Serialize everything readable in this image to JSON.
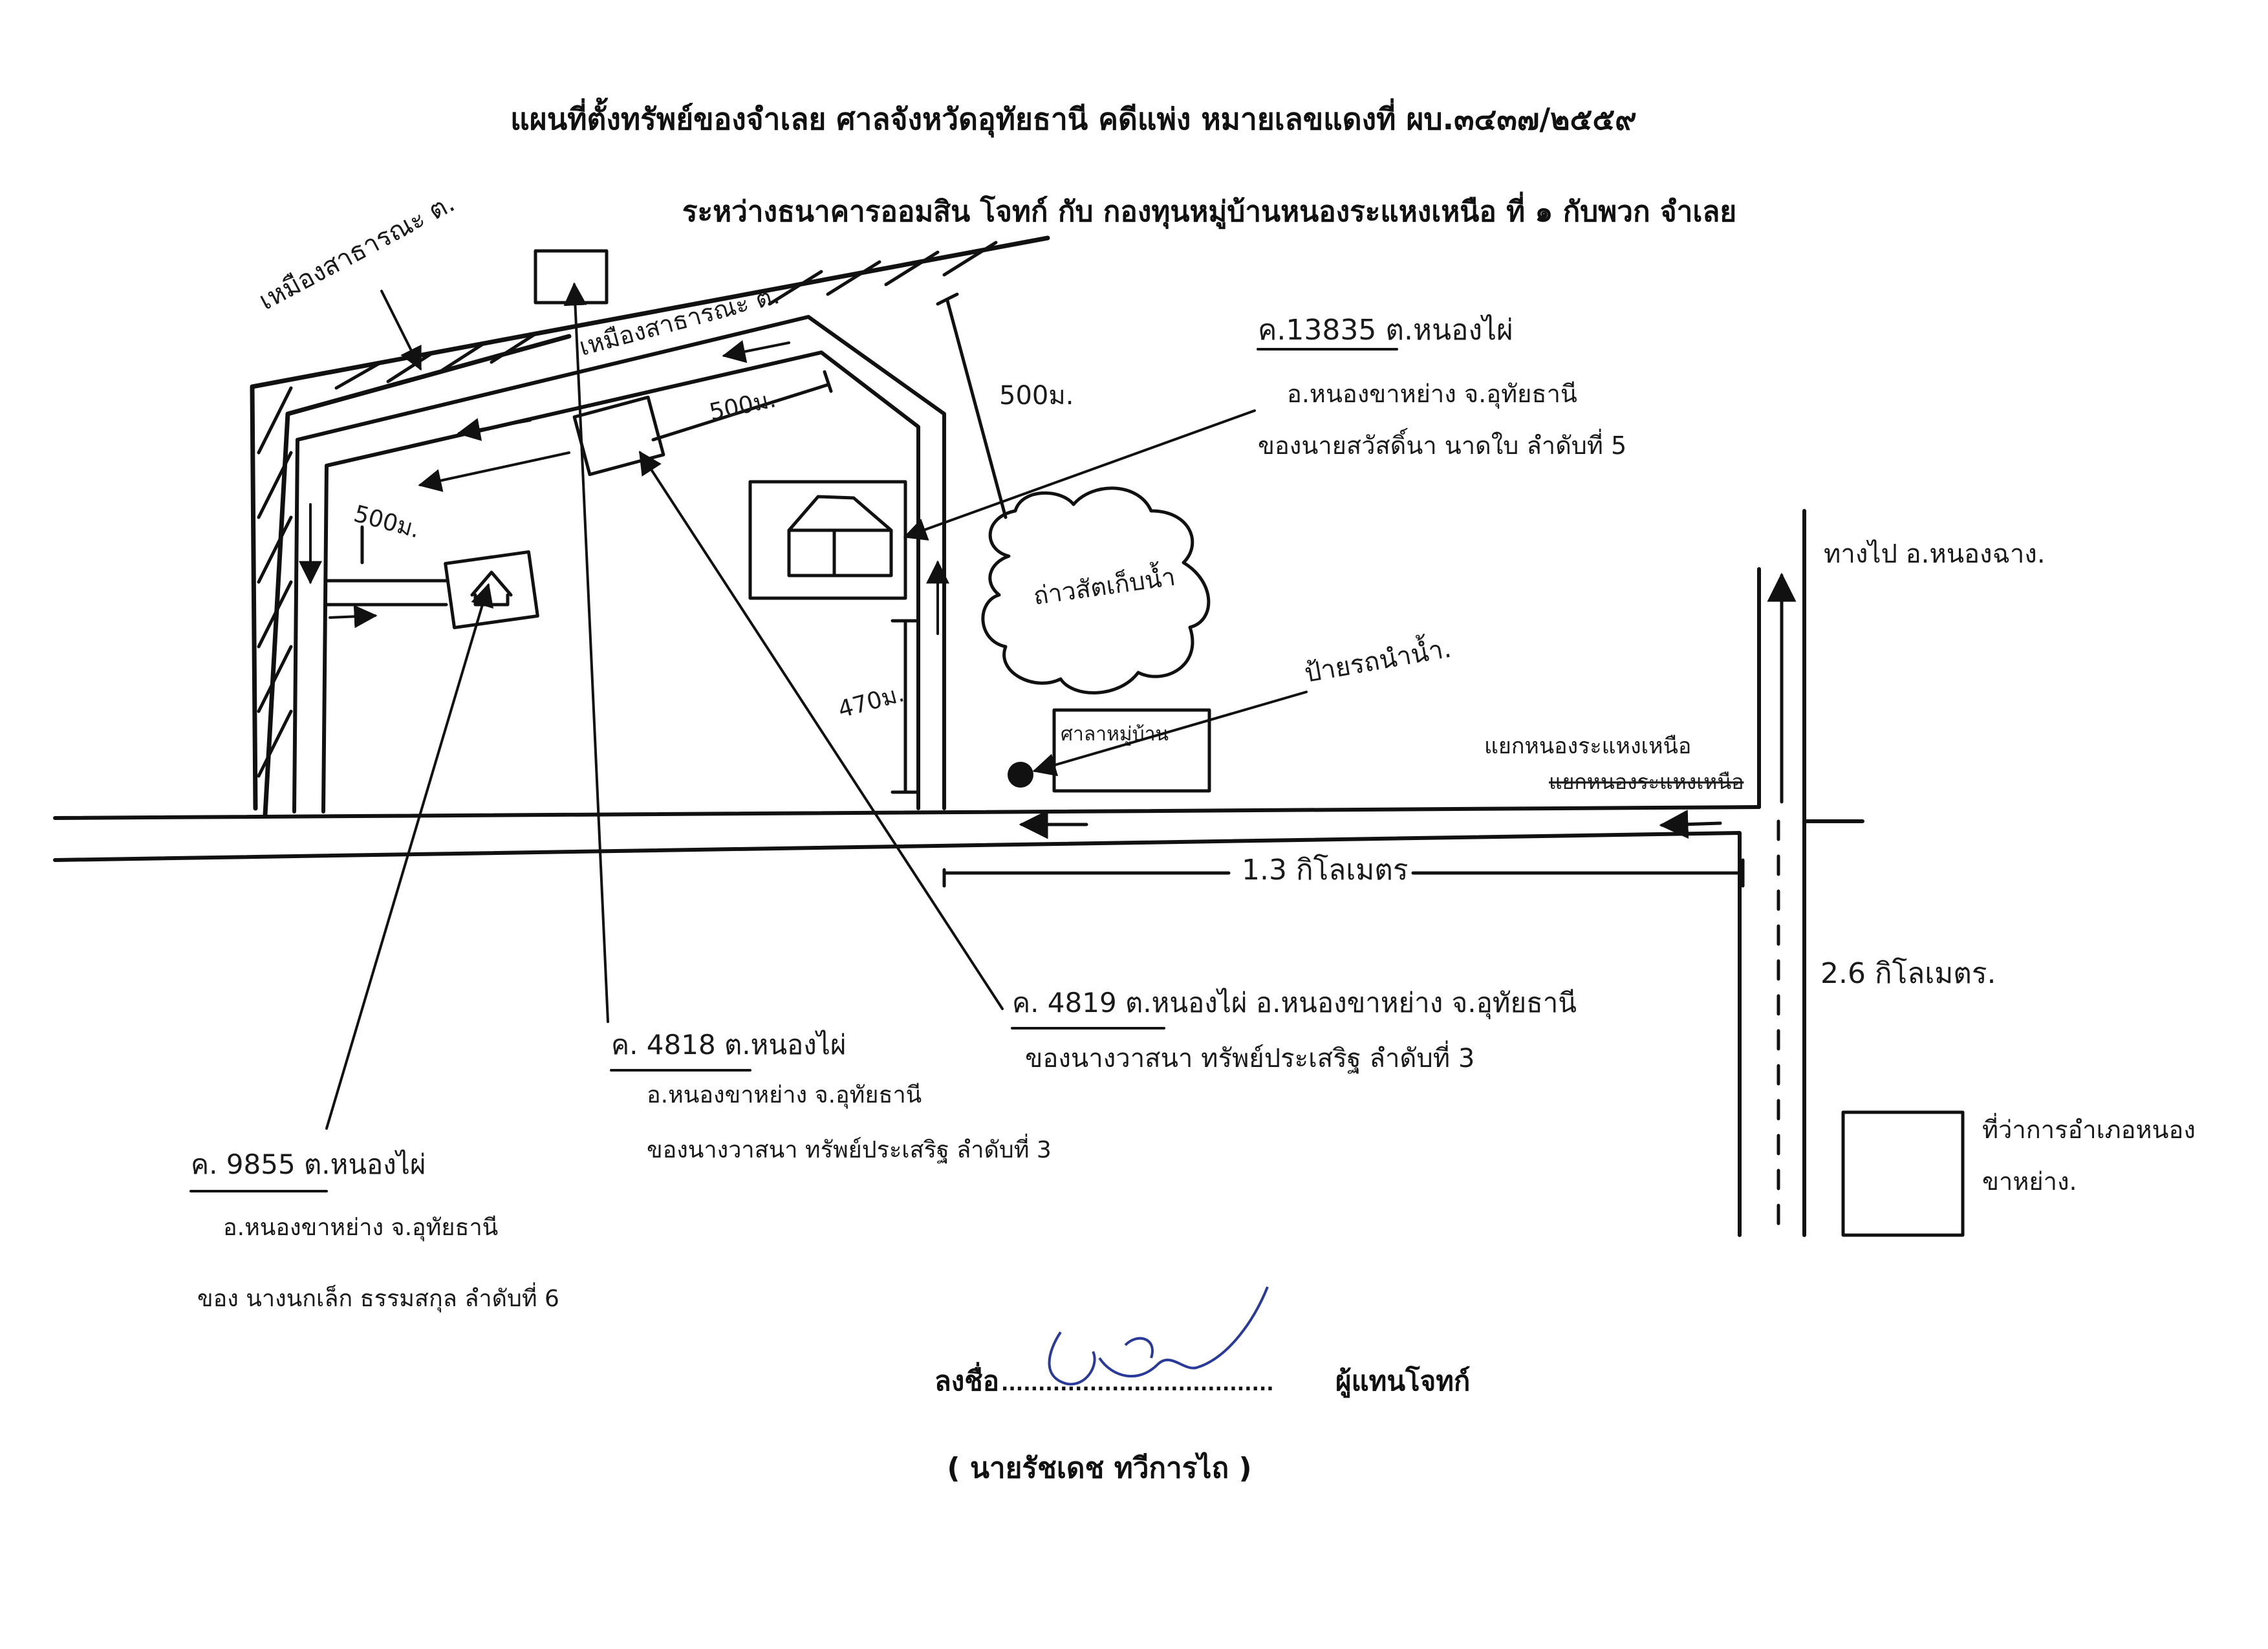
{
  "header": {
    "title": "แผนที่ตั้งทรัพย์ของจำเลย ศาลจังหวัดอุทัยธานี คดีแพ่ง  หมายเลขแดงที่ ผบ.๓๔๓๗/๒๕๕๙",
    "subtitle": "ระหว่างธนาคารออมสิน โจทก์ กับ กองทุนหมู่บ้านหนองระแหงเหนือ ที่ ๑ กับพวก จำเลย"
  },
  "map_labels": {
    "public_land_outer": "เหมืองสาธารณะ ต.",
    "public_land_inner": "เหมืองสาธารณะ ต.",
    "dist_500_top": "500ม.",
    "dist_500_left": "500ม.",
    "dist_500_right": "500ม.",
    "dist_470": "470ม.",
    "water_tank": "ถ่าวสัตเก็บน้ำ",
    "bus_stop": "ป้ายรถนำน้ำ.",
    "pavilion": "ศาลาหมู่บ้าน",
    "junction": "แยกหนองระแหงเหนือ",
    "junction_struck": "แยกหนองระแหงเหนือ",
    "to_district": "ทางไป อ.หนองฉาง.",
    "dist_1_3": "1.3 กิโลเมตร",
    "dist_2_6": "2.6 กิโลเมตร.",
    "district_office": [
      "ที่ว่าการอำเภอหนอง",
      "ขาหย่าง."
    ]
  },
  "parcels": [
    {
      "id": "ค.13835",
      "lines": [
        "ค.13835  ต.หนองไผ่",
        "อ.หนองขาหย่าง  จ.อุทัยธานี",
        "ของนายสวัสดิ์นา  นาดใบ  ลำดับที่ 5"
      ]
    },
    {
      "id": "ค.4819",
      "lines": [
        "ค. 4819  ต.หนองไผ่  อ.หนองขาหย่าง  จ.อุทัยธานี",
        "ของนางวาสนา  ทรัพย์ประเสริฐ  ลำดับที่ 3"
      ]
    },
    {
      "id": "ค.4818",
      "lines": [
        "ค. 4818  ต.หนองไผ่",
        "อ.หนองขาหย่าง  จ.อุทัยธานี",
        "ของนางวาสนา  ทรัพย์ประเสริฐ  ลำดับที่ 3"
      ]
    },
    {
      "id": "ค.9855",
      "lines": [
        "ค. 9855  ต.หนองไผ่",
        "อ.หนองขาหย่าง  จ.อุทัยธานี",
        "ของ นางนกเล็ก ธรรมสกุล  ลำดับที่ 6"
      ]
    }
  ],
  "signature": {
    "prefix": "ลงชื่อ",
    "dots": ".....................................",
    "role": "ผู้แทนโจทก์",
    "name": "( นายรัชเดช  ทวีการไถ )",
    "scrawl": "วัชรินทร์"
  },
  "colors": {
    "ink": "#111111",
    "signature": "#2a3a9a",
    "paper": "#ffffff"
  }
}
